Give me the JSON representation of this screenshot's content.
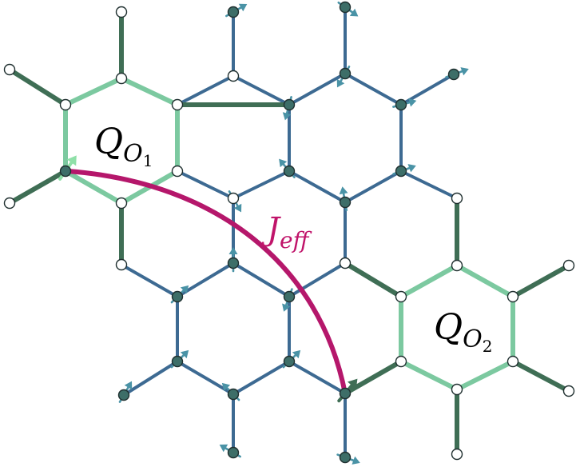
{
  "labels": {
    "q1": {
      "main": "Q",
      "sub": "O",
      "subsub": "1"
    },
    "q2": {
      "main": "Q",
      "sub": "O",
      "subsub": "2"
    },
    "coupling": {
      "main": "J",
      "sub": "eff"
    }
  },
  "colors": {
    "lattice_blue": "#3d6a92",
    "bond_dark_green": "#3f6e55",
    "plaquette_light_green": "#7cc9a0",
    "spin_arrow": "#4a93a6",
    "site_fill": "#3d6e68",
    "hollow_fill": "#ffffff",
    "coupling_curve": "#b5176b",
    "coupling_text": "#c0146a",
    "spin_arrow_light_green": "#8fe0a8",
    "spin_arrow_dark_green": "#3f6e55"
  }
}
